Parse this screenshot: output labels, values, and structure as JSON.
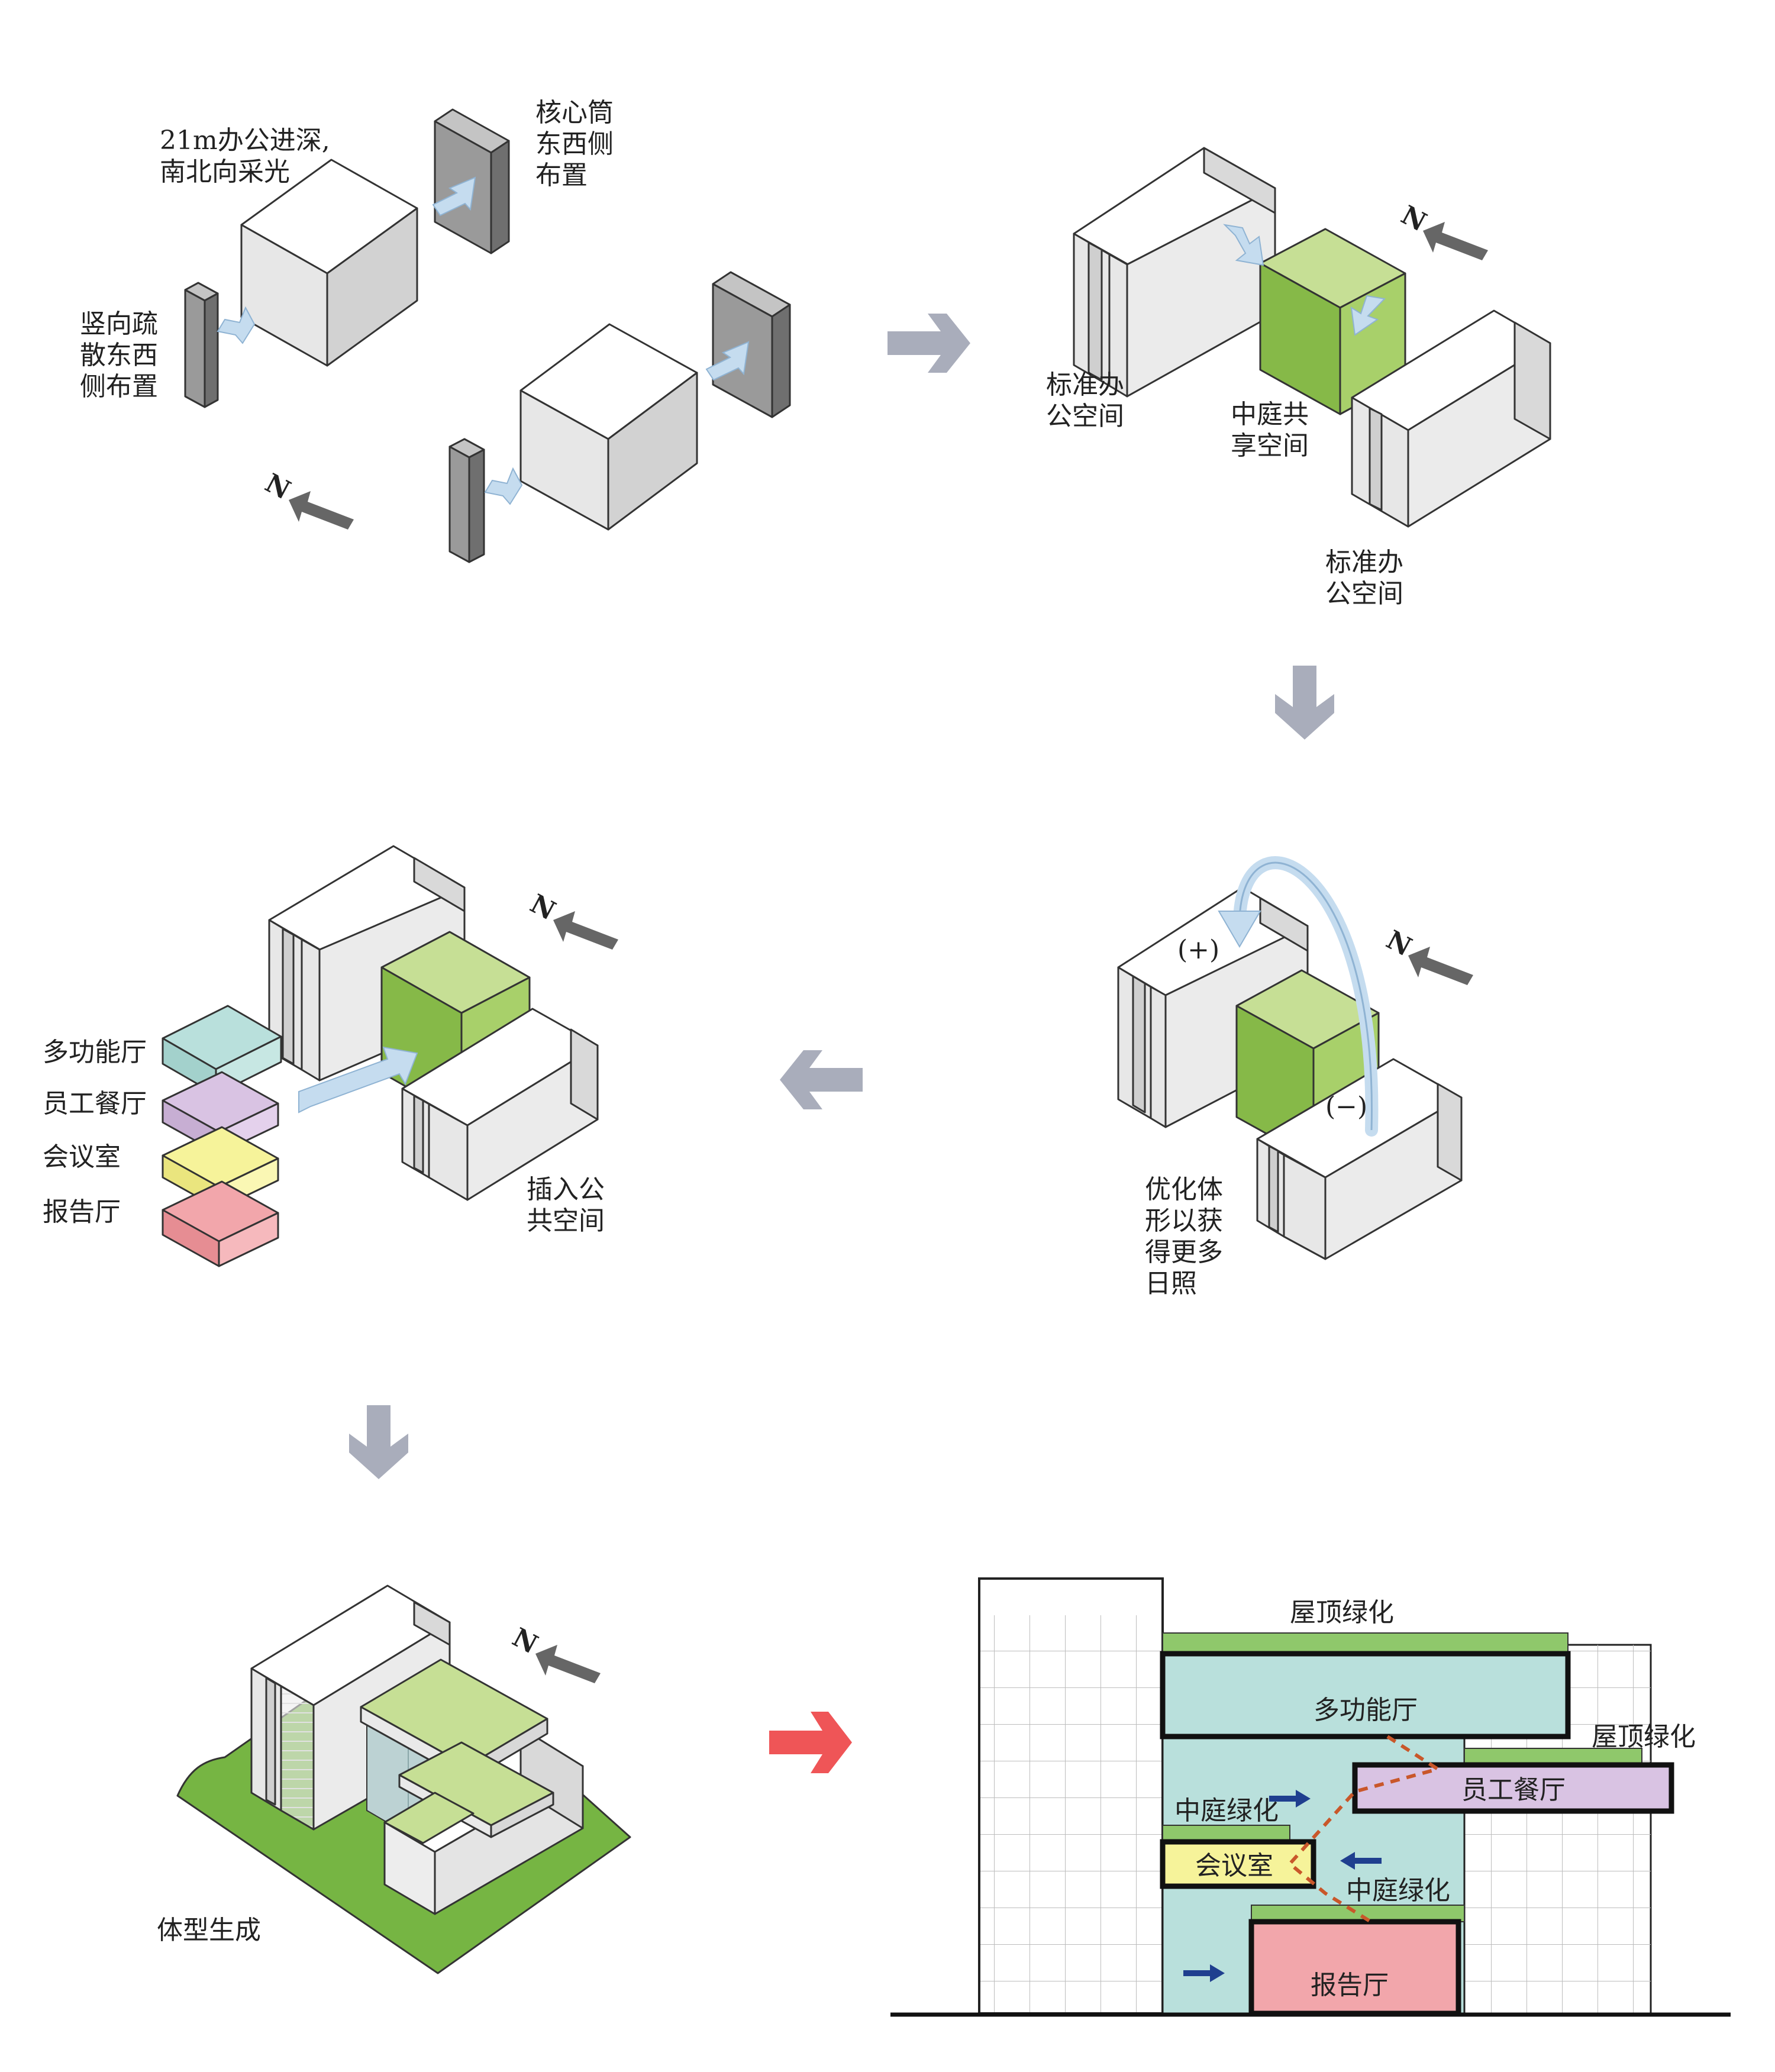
{
  "colors": {
    "mass_top": "#ffffff",
    "mass_front": "#e7e7e7",
    "mass_side": "#d2d2d2",
    "core_front": "#9a9a9a",
    "core_side": "#6f6f6f",
    "atrium_light": "#c6df95",
    "atrium_front": "#8bbf47",
    "atrium_side": "#a8d06a",
    "teal": "#b9e0dc",
    "purple": "#d9c3e3",
    "yellow": "#f6f39a",
    "pink": "#f2a6ab",
    "roof_green": "#8fc86b",
    "ground_green": "#76b543",
    "flow_arrow": "#c5dcef",
    "step_arrow": "#a9adbb",
    "red_arrow": "#ef5557",
    "north_arrow": "#666666",
    "navy_arrow": "#1f3f8f",
    "dash_line": "#c9572a"
  },
  "panel1": {
    "label_depth": [
      "21m办公进深,",
      "南北向采光"
    ],
    "label_core": [
      "核心筒",
      "东西侧",
      "布置"
    ],
    "label_stair": [
      "竖向疏",
      "散东西",
      "侧布置"
    ]
  },
  "panel2": {
    "label_office_a": [
      "标准办",
      "公空间"
    ],
    "label_atrium": [
      "中庭共",
      "享空间"
    ],
    "label_office_b": [
      "标准办",
      "公空间"
    ]
  },
  "panel3": {
    "plus": "(+)",
    "minus": "(−)",
    "label": [
      "优化体",
      "形以获",
      "得更多",
      "日照"
    ]
  },
  "panel4": {
    "programs": [
      "多功能厅",
      "员工餐厅",
      "会议室",
      "报告厅"
    ],
    "label_insert": [
      "插入公",
      "共空间"
    ]
  },
  "panel5": {
    "label": "体型生成"
  },
  "section": {
    "roof_green_top": "屋顶绿化",
    "roof_green_right": "屋顶绿化",
    "multi_hall": "多功能厅",
    "staff_dining": "员工餐厅",
    "atrium_green_a": "中庭绿化",
    "meeting_room": "会议室",
    "atrium_green_b": "中庭绿化",
    "lecture_hall": "报告厅"
  }
}
